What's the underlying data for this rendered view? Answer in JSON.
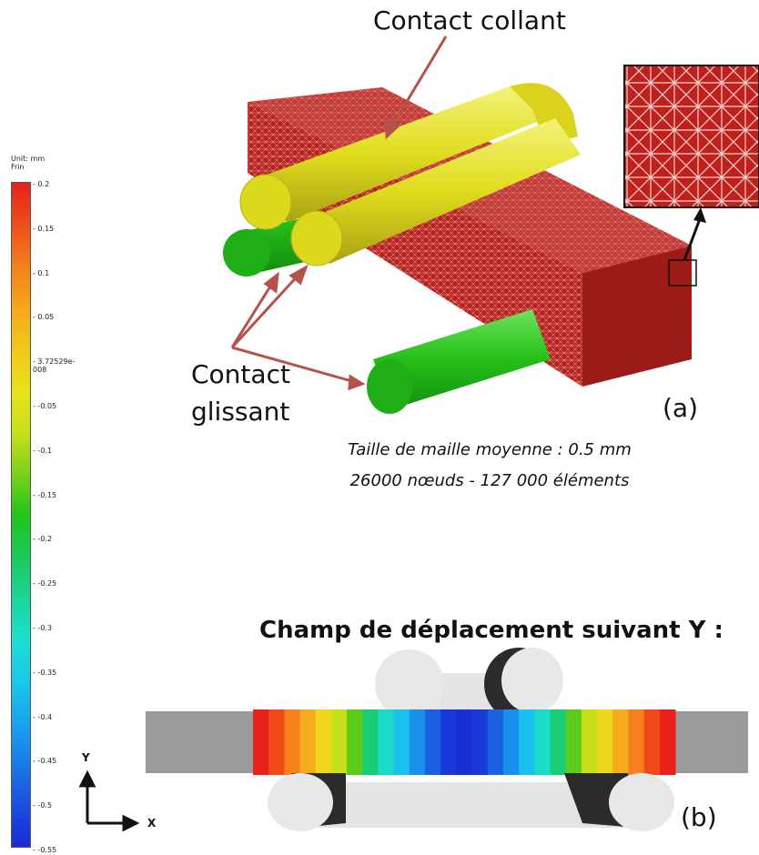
{
  "colorbar": {
    "unit_line1": "Unit: mm",
    "unit_line2": "Frin",
    "colors": [
      "#e8211b",
      "#ee4d1b",
      "#f27f1b",
      "#f6a61c",
      "#f2c81a",
      "#e9e21a",
      "#c9e01a",
      "#7ad21b",
      "#24c31a",
      "#1bc85a",
      "#1bd59a",
      "#1be0d0",
      "#1ac8ec",
      "#1aa3ee",
      "#1a7be8",
      "#1a4fe0",
      "#1a2ad6"
    ],
    "ticks": [
      "0.2",
      "0.15",
      "0.1",
      "0.05",
      "3.72529e-008",
      "-0.05",
      "-0.1",
      "-0.15",
      "-0.2",
      "-0.25",
      "-0.3",
      "-0.35",
      "-0.4",
      "-0.45",
      "-0.5",
      "-0.55"
    ]
  },
  "panel_a": {
    "label_collant": "Contact collant",
    "label_glissant_1": "Contact",
    "label_glissant_2": "glissant",
    "panel_letter": "(a)",
    "caption_line1": "Taille de maille moyenne : 0.5 mm",
    "caption_line2": "26000 nœuds - 127 000 éléments",
    "colors": {
      "mesh_red": "#b8211c",
      "cylinder_yellow": "#e6e22a",
      "cylinder_green": "#2cc11c",
      "arrow": "#b5524c"
    }
  },
  "panel_b": {
    "title": "Champ de déplacement suivant Y :",
    "panel_letter": "(b)",
    "axis_y": "Y",
    "axis_x": "X",
    "band_colors": [
      "#e8211b",
      "#f04a1b",
      "#f7801c",
      "#f6ab1c",
      "#eed61a",
      "#c8e01a",
      "#5dcb1b",
      "#1bcc77",
      "#1bdcc8",
      "#1ac0ee",
      "#1a8fec",
      "#1a60e0",
      "#1a3ad8",
      "#1a2fd2",
      "#1a3ad8",
      "#1a60e0",
      "#1a8fec",
      "#1ac0ee",
      "#1bdcc8",
      "#1bcc77",
      "#5dcb1b",
      "#c8e01a",
      "#eed61a",
      "#f6ab1c",
      "#f7801c",
      "#f04a1b",
      "#e8211b"
    ],
    "colors": {
      "grey_beam": "#9a9a9a",
      "cylinder_light": "#e8e8e8",
      "cylinder_dark": "#2b2b2b"
    }
  }
}
